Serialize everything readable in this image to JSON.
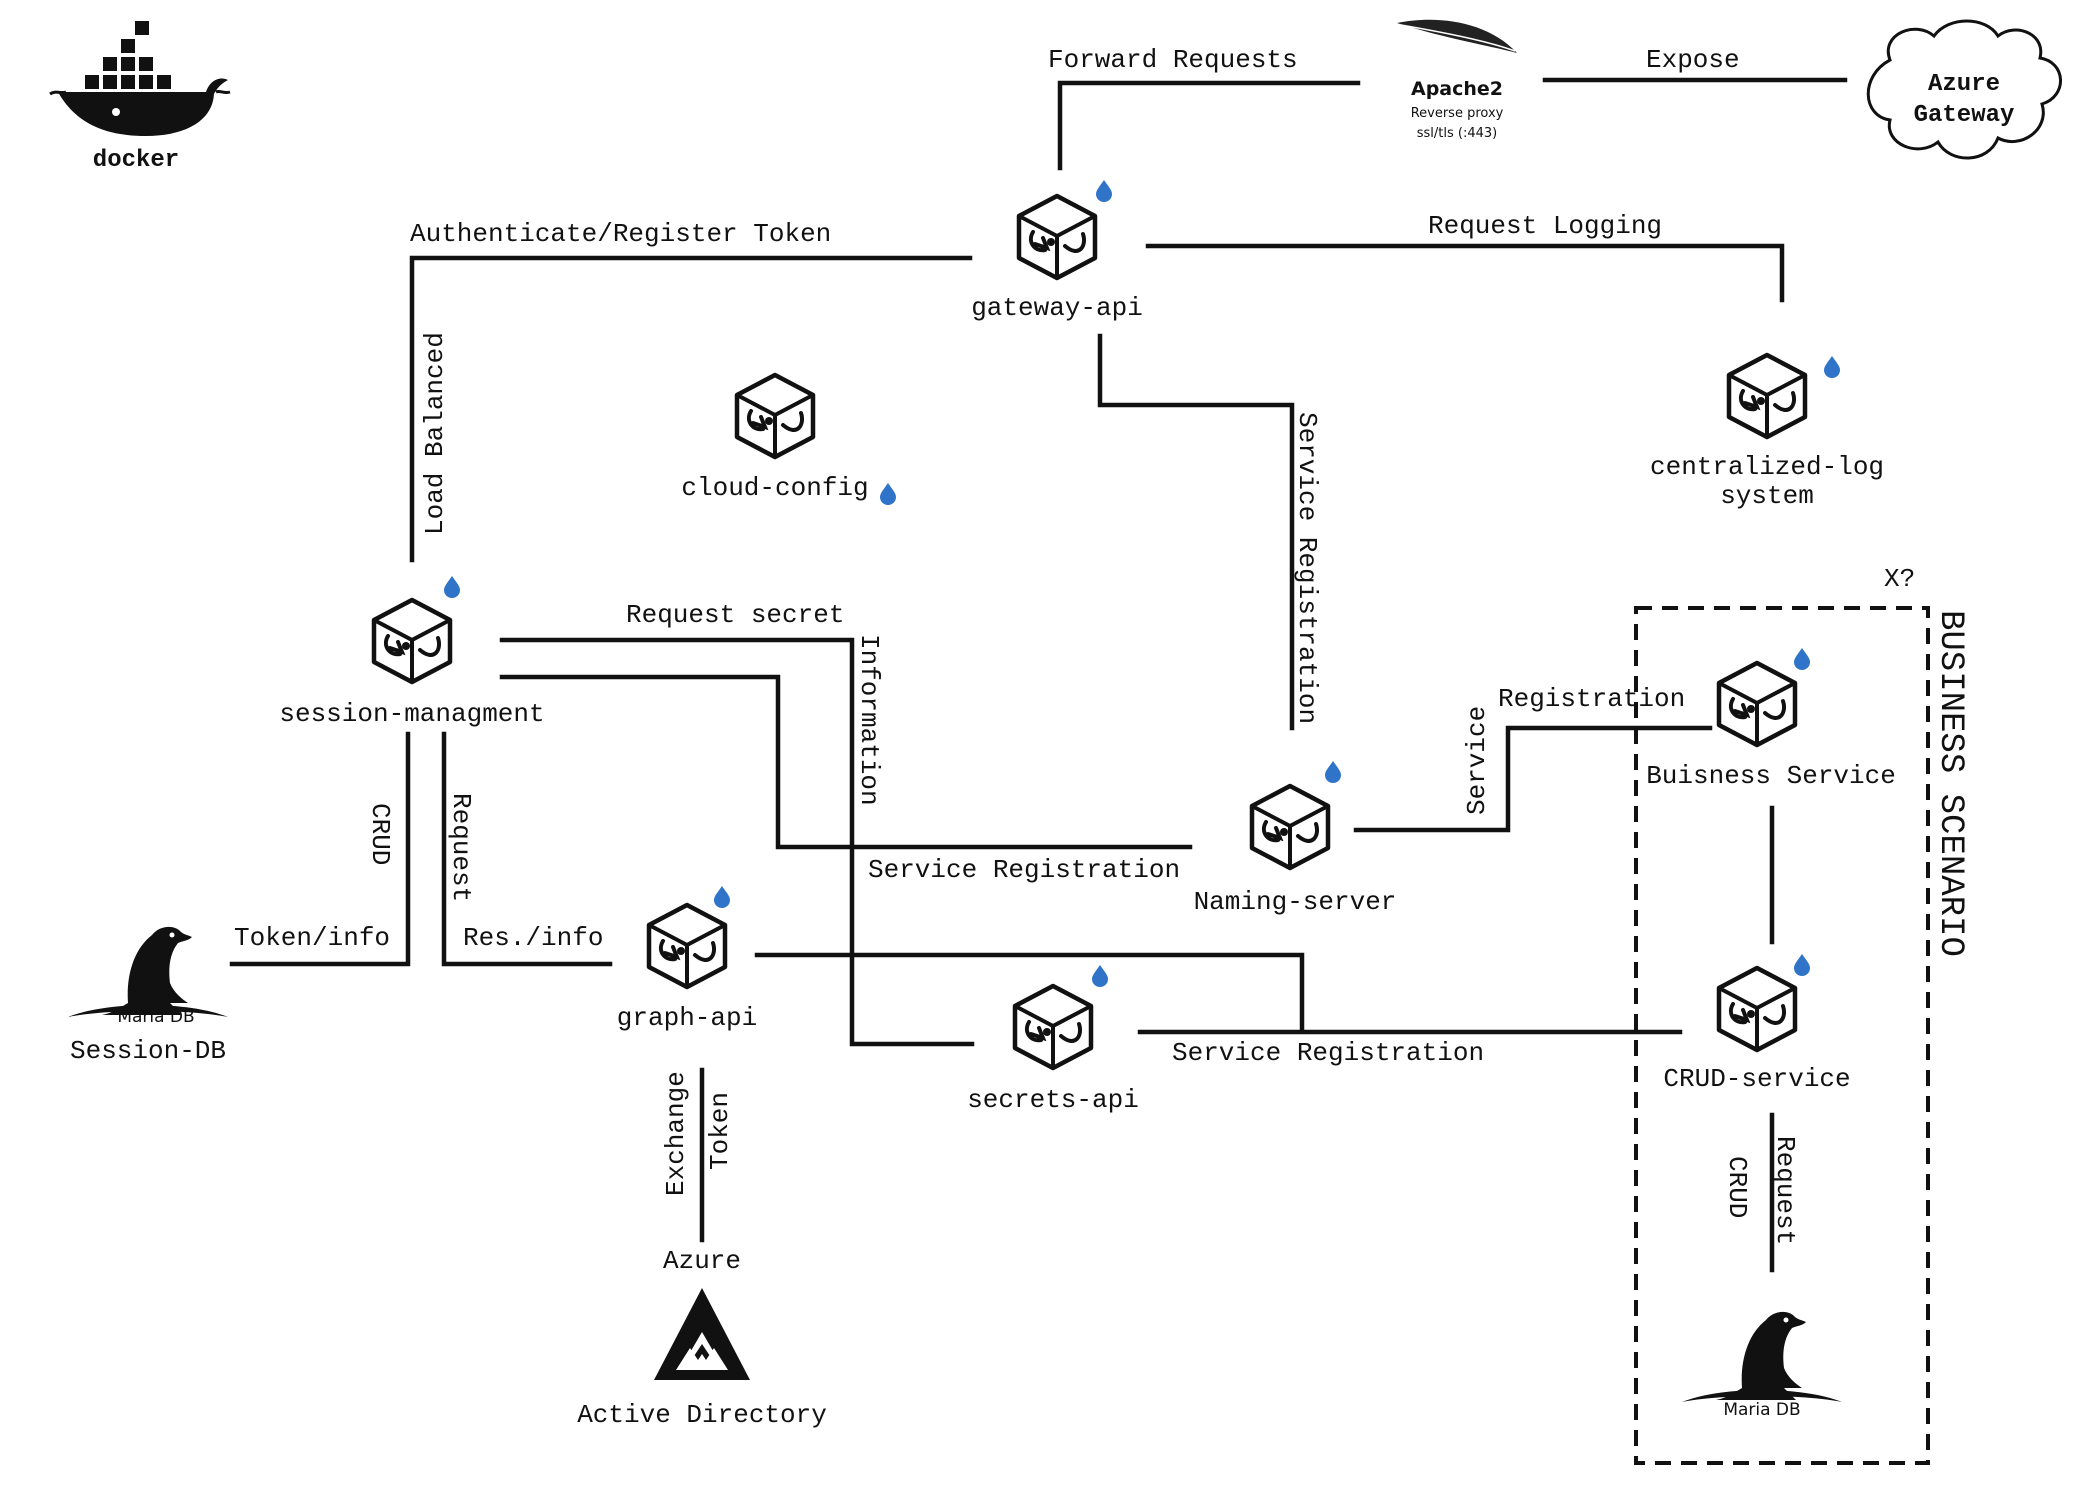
{
  "docker": {
    "label": "docker"
  },
  "apache": {
    "title": "Apache2",
    "line1": "Reverse proxy",
    "line2": "ssl/tls (:443)"
  },
  "azure_gateway": {
    "line1": "Azure",
    "line2": "Gateway"
  },
  "nodes": {
    "gateway_api": "gateway-api",
    "cloud_config": "cloud-config",
    "centralized_log_1": "centralized-log",
    "centralized_log_2": "system",
    "session_management": "session-managment",
    "naming_server": "Naming-server",
    "graph_api": "graph-api",
    "secrets_api": "secrets-api",
    "business_service": "Buisness Service",
    "crud_service": "CRUD-service"
  },
  "databases": {
    "session_db_brand": "Maria DB",
    "session_db_label": "Session-DB",
    "business_db_brand": "Maria DB"
  },
  "azure_ad": {
    "top": "Azure",
    "bottom": "Active Directory"
  },
  "edges": {
    "forward_requests": "Forward Requests",
    "expose": "Expose",
    "auth_register_token": "Authenticate/Register Token",
    "request_logging": "Request Logging",
    "load_balanced": "Load Balanced",
    "service_registration_vertical": "Service Registration",
    "request_secret": "Request secret",
    "information": "Information",
    "service_registration_mid": "Service Registration",
    "service_vertical": "Service",
    "registration": "Registration",
    "crud_left": "CRUD",
    "request_left": "Request",
    "token_info": "Token/info",
    "res_info": "Res./info",
    "exchange": "Exchange",
    "token": "Token",
    "service_registration_bottom": "Service Registration",
    "crud_right": "CRUD",
    "request_right": "Request"
  },
  "business_scenario": {
    "title": "BUSINESS SCENARIO",
    "marker": "X?"
  },
  "colors": {
    "drop": "#2f74c9",
    "line": "#111111",
    "background": "#ffffff"
  }
}
